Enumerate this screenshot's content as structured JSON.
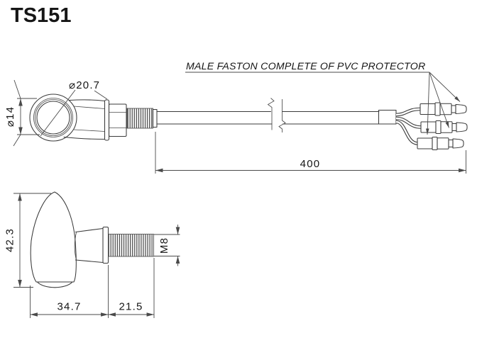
{
  "title": "TS151",
  "callout": {
    "text": "MALE FASTON COMPLETE OF PVC PROTECTOR"
  },
  "views": {
    "front": {
      "dim_lens_outer_diameter": "⌀20.7",
      "dim_lens_inner_diameter": "⌀14",
      "dim_cable_length": "400"
    },
    "side": {
      "dim_body_height": "42.3",
      "dim_body_width": "34.7",
      "dim_thread_length": "21.5",
      "dim_thread_size": "M8"
    }
  },
  "colors": {
    "background": "#ffffff",
    "line": "#3a3a3a",
    "text": "#161616"
  }
}
